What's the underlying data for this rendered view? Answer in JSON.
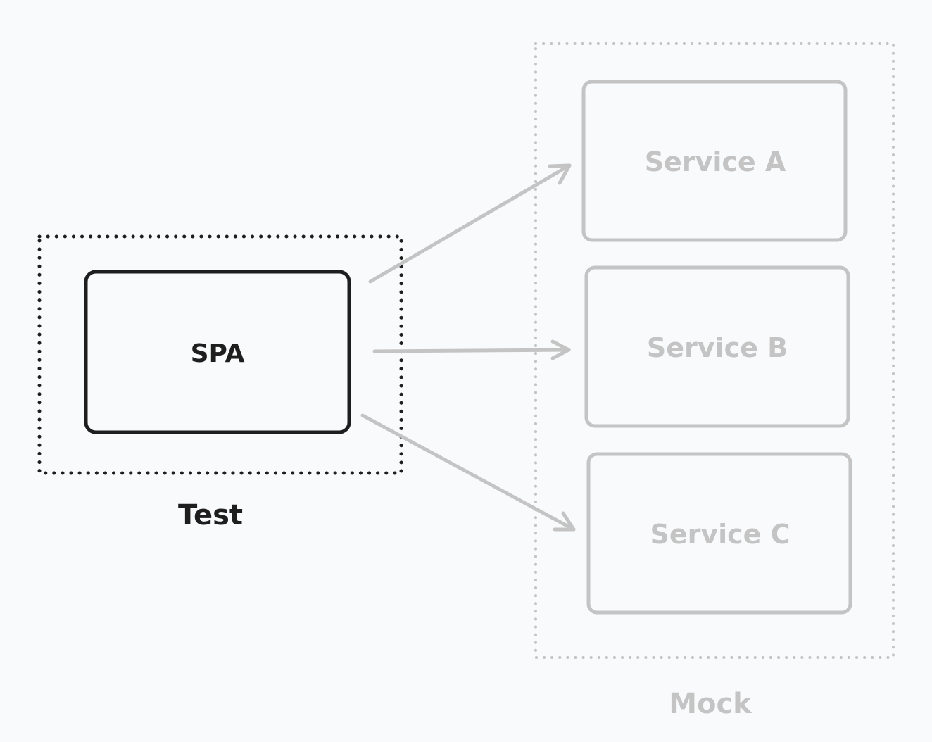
{
  "nodes": {
    "spa": {
      "label": "SPA"
    },
    "service_a": {
      "label": "Service A"
    },
    "service_b": {
      "label": "Service B"
    },
    "service_c": {
      "label": "Service C"
    }
  },
  "groups": {
    "test": {
      "label": "Test"
    },
    "mock": {
      "label": "Mock"
    }
  },
  "colors": {
    "background": "#f9fafb",
    "active": "#1e1e1e",
    "muted": "#c4c4c4"
  }
}
